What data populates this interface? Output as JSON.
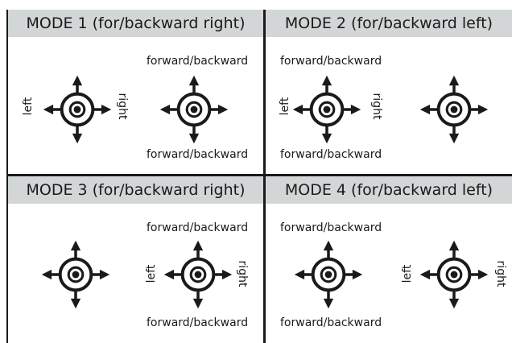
{
  "panels": [
    {
      "title": "MODE 1 (for/backward right)"
    },
    {
      "title": "MODE 2 (for/backward left)"
    },
    {
      "title": "MODE 3 (for/backward right)"
    },
    {
      "title": "MODE 4 (for/backward left)"
    }
  ],
  "labels": {
    "forward_backward": "forward/backward",
    "left": "left",
    "right": "right"
  },
  "colors": {
    "header_bg": "#d3d6d6",
    "ink": "#1a1a1a",
    "background": "#ffffff"
  },
  "icons": [
    "joystick-icon"
  ]
}
